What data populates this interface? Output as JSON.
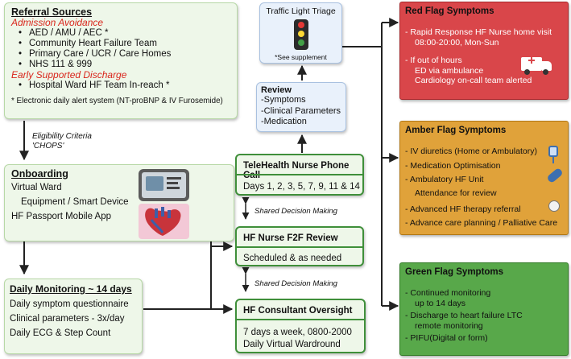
{
  "referral": {
    "title": "Referral Sources",
    "admission_heading": "Admission Avoidance",
    "admission_items": [
      "AED / AMU / AEC *",
      "Community Heart Failure Team",
      "Primary Care / UCR / Care Homes",
      "NHS 111 & 999"
    ],
    "discharge_heading": "Early Supported Discharge",
    "discharge_items": [
      "Hospital Ward HF Team In-reach *"
    ],
    "footnote": "* Electronic daily alert system (NT-proBNP & IV Furosemide)"
  },
  "eligibility": {
    "line1": "Eligibility Criteria",
    "line2": "'CHOPS'"
  },
  "onboarding": {
    "title": "Onboarding",
    "line1": "Virtual Ward",
    "line2": "Equipment / Smart Device",
    "line3": "HF Passport Mobile App"
  },
  "daily": {
    "title": "Daily Monitoring ~ 14 days",
    "line1": "Daily symptom questionnaire",
    "line2": "Clinical parameters - 3x/day",
    "line3": "Daily ECG & Step Count"
  },
  "triage": {
    "title": "Traffic Light Triage",
    "note": "*See supplement"
  },
  "review": {
    "title": "Review",
    "items": [
      "-Symptoms",
      "-Clinical Parameters",
      "-Medication"
    ]
  },
  "telehealth": {
    "title": "TeleHealth Nurse Phone Call",
    "detail": "Days 1, 2, 3, 5, 7, 9, 11 & 14"
  },
  "shared1": "Shared Decision Making",
  "f2f": {
    "title": "HF Nurse F2F Review",
    "detail": "Scheduled & as needed"
  },
  "shared2": "Shared Decision Making",
  "consultant": {
    "title": "HF Consultant Oversight",
    "detail1": "7 days a week, 0800-2000",
    "detail2": "Daily Virtual Wardround"
  },
  "red": {
    "title": "Red Flag Symptoms",
    "lines": [
      "- Rapid Response HF Nurse home visit",
      "08:00-20:00, Mon-Sun",
      "- If out of hours",
      "ED via ambulance",
      "Cardiology on-call team alerted"
    ],
    "color": "#d9464a"
  },
  "amber": {
    "title": "Amber Flag Symptoms",
    "lines": [
      "- IV diuretics (Home or Ambulatory)",
      "- Medication Optimisation",
      "- Ambulatory HF Unit",
      "Attendance for review",
      "- Advanced HF therapy referral",
      "- Advance care planning / Palliative Care"
    ],
    "color": "#e0a23a"
  },
  "green": {
    "title": "Green Flag Symptoms",
    "lines": [
      "- Continued monitoring",
      "up to 14 days",
      "- Discharge to heart failure LTC",
      "remote monitoring",
      "- PIFU(Digital or form)"
    ],
    "color": "#58a84a"
  },
  "icons": [
    "traffic-light",
    "tablet-device",
    "heart-image",
    "ambulance",
    "iv-drip",
    "pill",
    "pump"
  ]
}
